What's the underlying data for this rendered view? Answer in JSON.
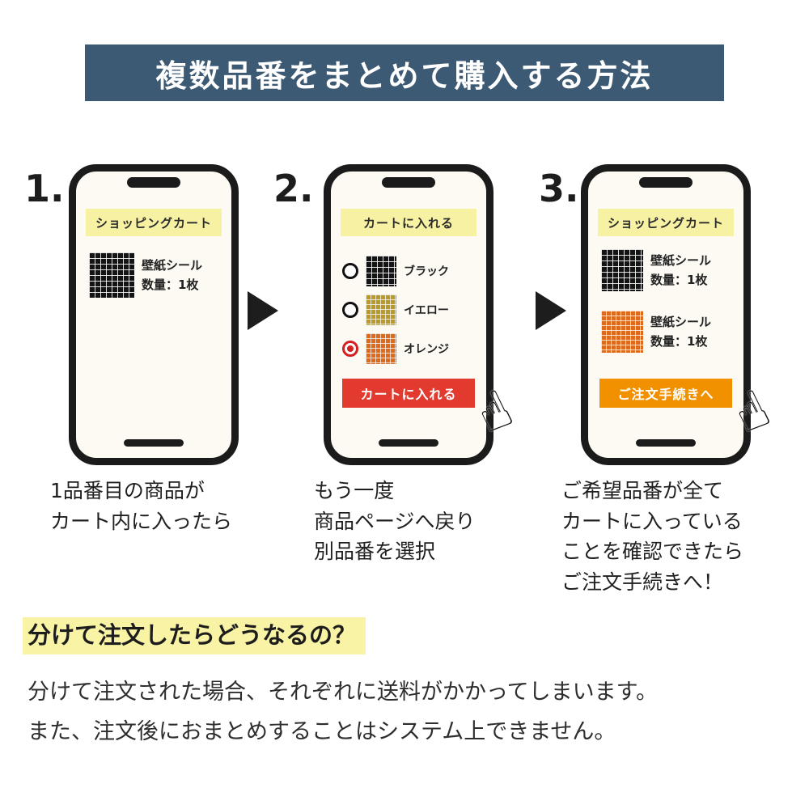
{
  "header": {
    "title": "複数品番をまとめて購入する方法"
  },
  "steps": [
    {
      "number": "1.",
      "banner": "ショッピングカート",
      "items": [
        {
          "name": "壁紙シール",
          "qty": "数量：1枚",
          "swatch": "black"
        }
      ],
      "caption_lines": [
        "1品番目の商品が",
        "カート内に入ったら"
      ]
    },
    {
      "number": "2.",
      "banner": "カートに入れる",
      "options": [
        {
          "label": "ブラック",
          "swatch": "black",
          "selected": false
        },
        {
          "label": "イエロー",
          "swatch": "yellow",
          "selected": false
        },
        {
          "label": "オレンジ",
          "swatch": "orange",
          "selected": true
        }
      ],
      "button": "カートに入れる",
      "caption_lines": [
        "もう一度",
        "商品ページへ戻り",
        "別品番を選択"
      ]
    },
    {
      "number": "3.",
      "banner": "ショッピングカート",
      "items": [
        {
          "name": "壁紙シール",
          "qty": "数量：1枚",
          "swatch": "black"
        },
        {
          "name": "壁紙シール",
          "qty": "数量：1枚",
          "swatch": "orange"
        }
      ],
      "button": "ご注文手続きへ",
      "caption_lines": [
        "ご希望品番が全て",
        "カートに入っている",
        "ことを確認できたら",
        "ご注文手続きへ！"
      ]
    }
  ],
  "footer": {
    "heading": "分けて注文したらどうなるの？",
    "body_lines": [
      "分けて注文された場合、それぞれに送料がかかってしまいます。",
      "また、注文後におまとめすることはシステム上できません。"
    ]
  },
  "icons": {
    "hand": "☝"
  },
  "colors": {
    "header_bg": "#3d5a74",
    "banner_yellow": "#f7f1a3",
    "button_red": "#e23a2e",
    "button_orange": "#f19100",
    "highlight_yellow": "#f9f3a6",
    "radio_red": "#d61f1f",
    "swatch_black": "#141414",
    "swatch_yellow": "#b8992b",
    "swatch_orange": "#dc6b1d",
    "text_dark": "#222222"
  }
}
